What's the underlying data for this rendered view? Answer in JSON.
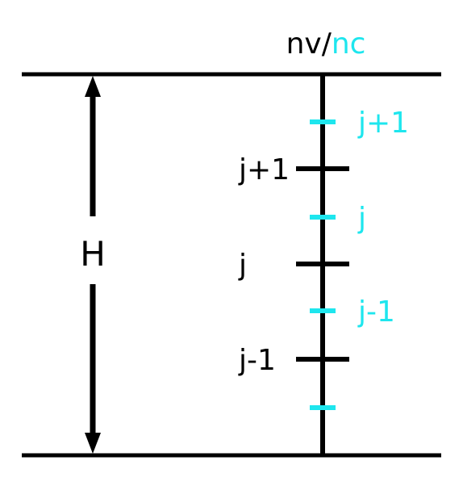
{
  "colors": {
    "black": "#000000",
    "cyan": "#1EE6EE",
    "background": "#ffffff"
  },
  "header": {
    "nv_text": "nv",
    "slash_text": "/",
    "nc_text": "nc"
  },
  "height_label": "H",
  "black_labels": [
    "j+1",
    "j",
    "j-1"
  ],
  "cyan_labels": [
    "j+1",
    "j",
    "j-1"
  ]
}
